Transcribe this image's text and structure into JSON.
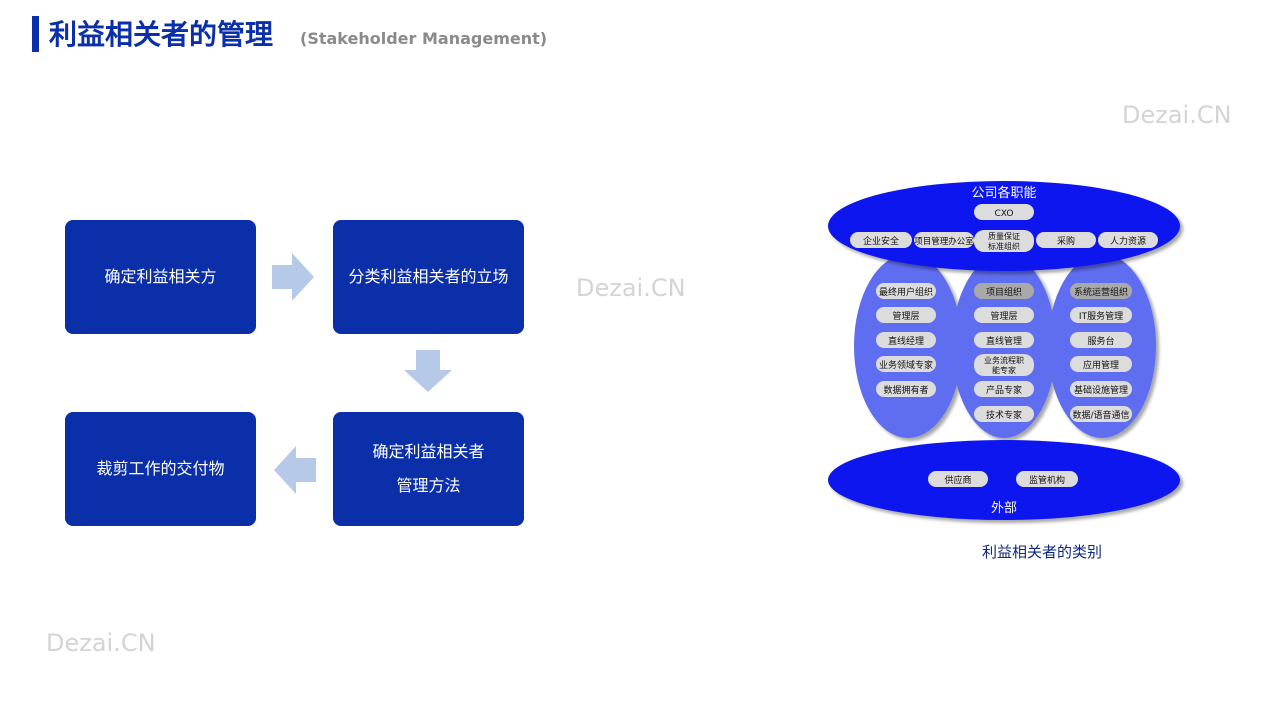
{
  "header": {
    "title": "利益相关者的管理",
    "subtitle": "(Stakeholder Management)"
  },
  "watermarks": [
    "Dezai.CN",
    "Dezai.CN",
    "Dezai.CN"
  ],
  "flow": {
    "box1": "确定利益相关方",
    "box2": "分类利益相关者的立场",
    "box3_line1": "确定利益相关者",
    "box3_line2": "管理方法",
    "box4": "裁剪工作的交付物"
  },
  "diagram": {
    "top_title": "公司各职能",
    "top_items": [
      "CXO",
      "企业安全",
      "项目管理办公室",
      "质量保证",
      "标准组织",
      "采购",
      "人力资源"
    ],
    "left_items": [
      "最终用户组织",
      "管理层",
      "直线经理",
      "业务领域专家",
      "数据拥有者"
    ],
    "center_items": [
      "项目组织",
      "管理层",
      "直线管理",
      "业务流程职",
      "能专家",
      "产品专家",
      "技术专家"
    ],
    "right_items": [
      "系统运营组织",
      "IT服务管理",
      "服务台",
      "应用管理",
      "基础设施管理",
      "数据/语音通信"
    ],
    "bottom_items": [
      "供应商",
      "监管机构"
    ],
    "bottom_title": "外部",
    "caption": "利益相关者的类别"
  },
  "colors": {
    "primary": "#0b2fa8",
    "arrow": "#b6c9e9",
    "ellipse_blue": "#0a14ee",
    "ellipse_lavender": "#5f6ef0",
    "pill": "#dcdcdc",
    "watermark": "#d4d4d4"
  }
}
